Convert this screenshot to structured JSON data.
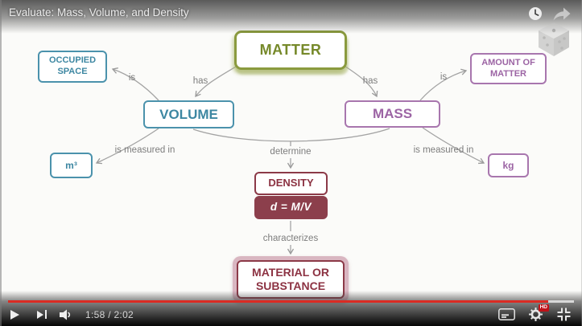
{
  "window": {
    "title": "Evaluate: Mass, Volume, and Density"
  },
  "player": {
    "time_display": "1:58 / 2:02",
    "progress_percent": 95.5,
    "progress_color": "#db2b23",
    "hd_badge_label": "HD"
  },
  "diagram": {
    "nodes": {
      "matter": "MATTER",
      "occupied_space": "OCCUPIED SPACE",
      "volume": "VOLUME",
      "mass": "MASS",
      "amount_of_matter": "AMOUNT OF MATTER",
      "m3": "m³",
      "kg": "kg",
      "density": "DENSITY",
      "formula": "d = M/V",
      "material": "MATERIAL OR SUBSTANCE"
    },
    "edges": {
      "has_left": "has",
      "has_right": "has",
      "is_left": "is",
      "is_right": "is",
      "measured_left": "is measured in",
      "measured_right": "is measured in",
      "determine": "determine",
      "characterizes": "characterizes"
    },
    "colors": {
      "matter": "#7d8f33",
      "volume": "#4690ab",
      "mass": "#a470aa",
      "density": "#8c3a48",
      "connector": "#a3a3a3"
    }
  }
}
